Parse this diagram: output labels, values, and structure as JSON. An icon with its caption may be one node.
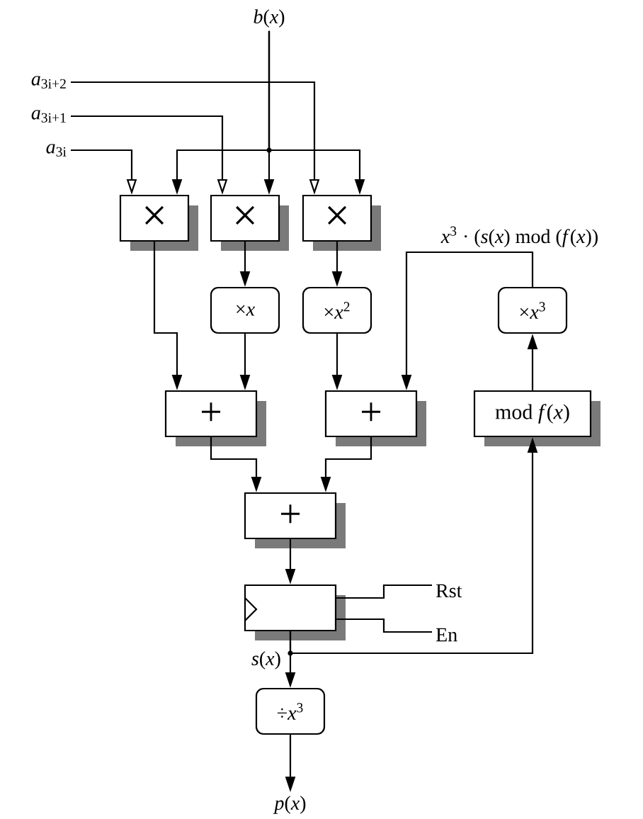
{
  "diagram": {
    "nodes": [
      {
        "text": [
          "*b*(*x*)"
        ]
      },
      {
        "text": [
          "*a*$_{3i+2}$"
        ]
      },
      {
        "text": [
          "*a*$_{3i+1}$"
        ]
      },
      {
        "text": [
          "*a*$_{3i}$"
        ]
      },
      {
        "text": [
          "×"
        ]
      },
      {
        "text": [
          "×"
        ]
      },
      {
        "text": [
          "×"
        ]
      },
      {
        "text": [
          "×*x*"
        ]
      },
      {
        "text": [
          "×*x*$^{2}$"
        ]
      },
      {
        "text": [
          "×*x*$^{3}$"
        ]
      },
      {
        "text": [
          "+"
        ]
      },
      {
        "text": [
          "+"
        ]
      },
      {
        "text": [
          "mod *f*(*x*)"
        ]
      },
      {
        "text": [
          "+"
        ]
      },
      {
        "text": [],
        "shape": "box"
      },
      {
        "text": [
          "Rst"
        ]
      },
      {
        "text": [
          "En"
        ]
      },
      {
        "text": [
          "÷*x*$^{3}$"
        ]
      },
      {
        "text": [
          "*p*(*x*)"
        ]
      }
    ],
    "edges": [
      {
        "from": 0,
        "to": 4,
        "arrow": "to"
      },
      {
        "from": 0,
        "to": 5,
        "arrow": "to"
      },
      {
        "from": 0,
        "to": 6,
        "arrow": "to"
      },
      {
        "from": 1,
        "to": 6,
        "arrow": "to"
      },
      {
        "from": 2,
        "to": 5,
        "arrow": "to"
      },
      {
        "from": 3,
        "to": 4,
        "arrow": "to"
      },
      {
        "from": 4,
        "to": 10,
        "arrow": "to"
      },
      {
        "from": 5,
        "to": 7,
        "arrow": "to"
      },
      {
        "from": 6,
        "to": 8,
        "arrow": "to"
      },
      {
        "from": 7,
        "to": 10,
        "arrow": "to"
      },
      {
        "from": 8,
        "to": 11,
        "arrow": "to"
      },
      {
        "from": 9,
        "to": 11,
        "arrow": "to",
        "label": "*x*$^{3}$ · (*s*(*x*) mod (*f*(*x*))"
      },
      {
        "from": 12,
        "to": 9,
        "arrow": "to"
      },
      {
        "from": 10,
        "to": 13,
        "arrow": "to"
      },
      {
        "from": 11,
        "to": 13,
        "arrow": "to"
      },
      {
        "from": 13,
        "to": 14,
        "arrow": "to"
      },
      {
        "from": 15,
        "to": 14,
        "arrow": "none"
      },
      {
        "from": 16,
        "to": 14,
        "arrow": "none"
      },
      {
        "from": 14,
        "to": 17,
        "arrow": "to",
        "label": "*s*(*x*)"
      },
      {
        "from": 14,
        "to": 12,
        "arrow": "to"
      },
      {
        "from": 17,
        "to": 18,
        "arrow": "to"
      }
    ]
  }
}
